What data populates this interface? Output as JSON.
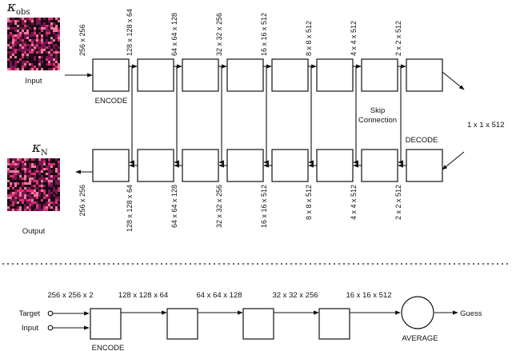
{
  "top": {
    "kappa_obs": {
      "symbol": "κ",
      "subscript": "obs"
    },
    "kappa_n": {
      "symbol": "κ",
      "subscript": "N"
    },
    "input_label": "Input",
    "output_label": "Output",
    "encode_label": "ENCODE",
    "decode_label": "DECODE",
    "skip_label": [
      "Skip",
      "Connection"
    ],
    "bottleneck_label": "1 x 1 x 512",
    "encoder_dims": [
      "256 x 256",
      "128 x 128 x 64",
      "64 x 64 x 128",
      "32 x 32 x 256",
      "16 x 16 x 512",
      "8 x 8 x 512",
      "4 x 4 x 512",
      "2 x 2 x 512"
    ],
    "decoder_dims": [
      "256 x 256",
      "128 x 128 x 64",
      "64 x 64 x 128",
      "32 x 32 x 256",
      "16 x 16 x 512",
      "8 x 8 x 512",
      "4 x 4 x 512",
      "2 x 2 x 512"
    ],
    "map_colors": {
      "dark": "#1a0a14",
      "mid": "#7a1550",
      "bright": "#d6336f",
      "hot": "#f07a9a"
    }
  },
  "bottom": {
    "target_label": "Target",
    "input_label": "Input",
    "encode_label": "ENCODE",
    "average_label": "AVERAGE",
    "guess_label": "Guess",
    "dims": [
      "256 x 256 x 2",
      "128 x 128 x 64",
      "64 x 64 x 128",
      "32 x 32 x 256",
      "16 x 16 x 512"
    ]
  }
}
